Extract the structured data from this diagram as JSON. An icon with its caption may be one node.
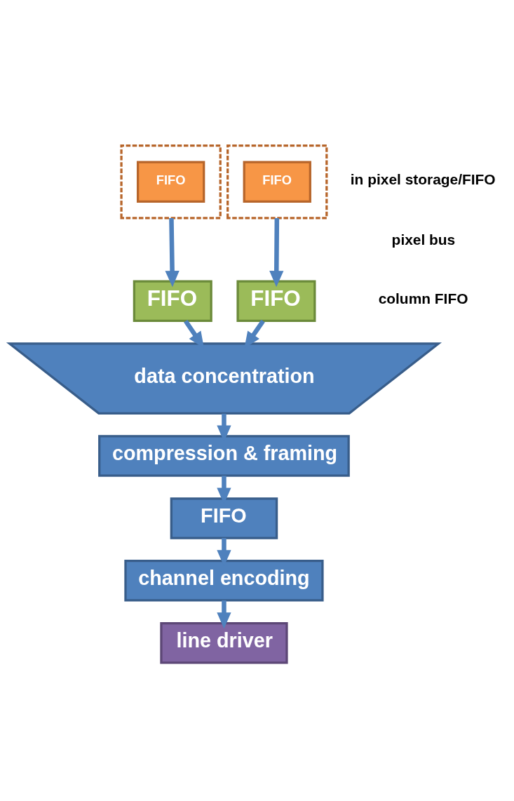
{
  "diagram": {
    "nodes": [
      {
        "text": [],
        "shape": "box"
      },
      {
        "text": [
          "FIFO"
        ],
        "in": 0
      },
      {
        "text": [],
        "shape": "box"
      },
      {
        "text": [
          "FIFO"
        ],
        "in": 2
      },
      {
        "text": [
          "FIFO"
        ]
      },
      {
        "text": [
          "FIFO"
        ]
      },
      {
        "text": [
          "data concentration"
        ]
      },
      {
        "text": [
          "compression & framing"
        ]
      },
      {
        "text": [
          "FIFO"
        ]
      },
      {
        "text": [
          "channel encoding"
        ]
      },
      {
        "text": [
          "line driver"
        ]
      }
    ],
    "edges": [
      {
        "from": 0,
        "to": 4,
        "arrow": "to"
      },
      {
        "from": 2,
        "to": 5,
        "arrow": "to"
      },
      {
        "from": 4,
        "to": 6,
        "arrow": "to"
      },
      {
        "from": 5,
        "to": 6,
        "arrow": "to"
      },
      {
        "from": 6,
        "to": 7,
        "arrow": "to"
      },
      {
        "from": 7,
        "to": 8,
        "arrow": "to"
      },
      {
        "from": 8,
        "to": 9,
        "arrow": "to"
      },
      {
        "from": 9,
        "to": 10,
        "arrow": "to"
      }
    ],
    "labels": [
      "in pixel storage/FIFO",
      "pixel bus",
      "column FIFO"
    ]
  }
}
